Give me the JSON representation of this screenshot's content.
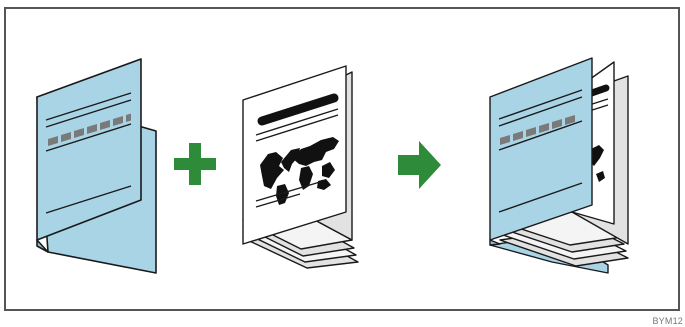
{
  "figure": {
    "code_label": "BYM12",
    "colors": {
      "frame": "#555555",
      "cover_fill": "#a8d4e6",
      "cover_stroke": "#1a1a1a",
      "page_white": "#ffffff",
      "page_gray": "#e2e2e2",
      "title_bar": "#7a7a7a",
      "operator_green": "#2e8b3a"
    },
    "panels": [
      {
        "name": "cover-sheet",
        "icon": "folded-cover-icon"
      },
      {
        "name": "plus",
        "icon": "plus-icon"
      },
      {
        "name": "document-booklet",
        "icon": "booklet-with-map-icon"
      },
      {
        "name": "arrow",
        "icon": "right-arrow-icon"
      },
      {
        "name": "result-booklet",
        "icon": "booklet-with-cover-icon"
      }
    ]
  }
}
